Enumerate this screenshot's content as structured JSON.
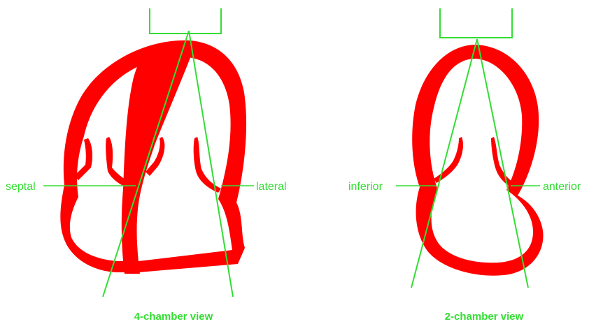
{
  "colors": {
    "tissue": "#ff0000",
    "annotation": "#33dd33",
    "background": "#ffffff"
  },
  "views": [
    {
      "caption": "4-chamber view",
      "left_label": "septal",
      "right_label": "lateral"
    },
    {
      "caption": "2-chamber view",
      "left_label": "inferior",
      "right_label": "anterior"
    }
  ]
}
